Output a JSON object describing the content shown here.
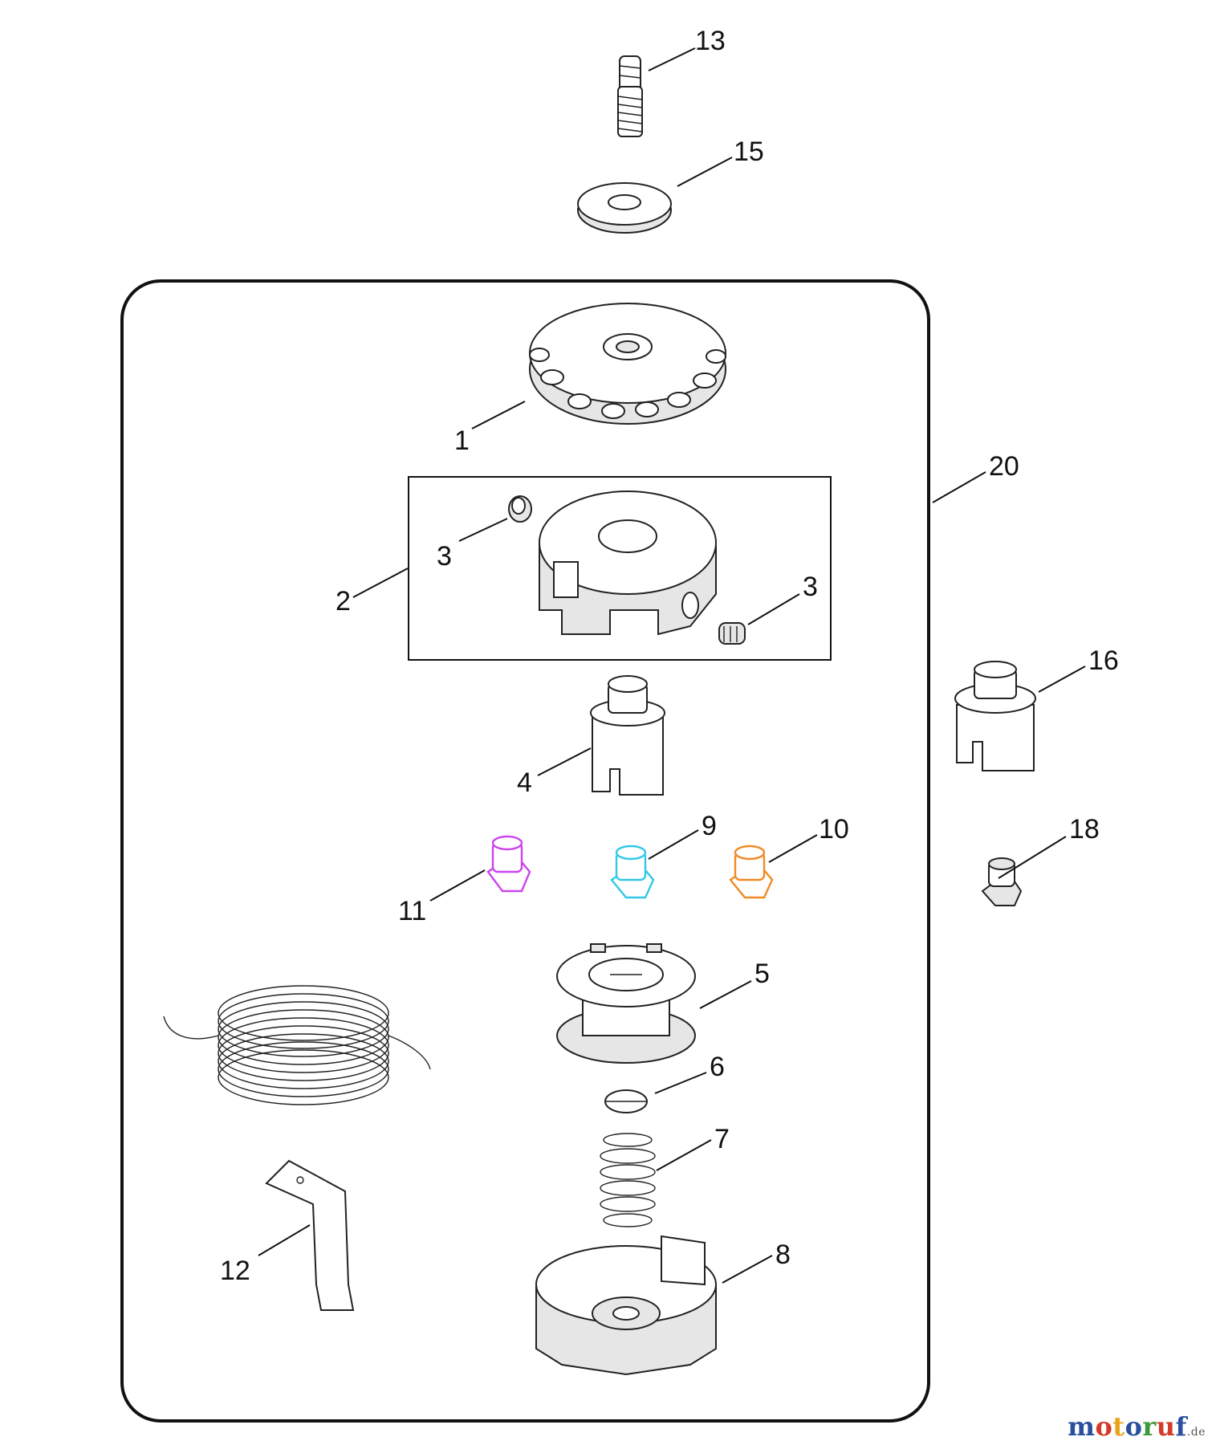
{
  "callouts": {
    "p1": "1",
    "p2": "2",
    "p3a": "3",
    "p3b": "3",
    "p4": "4",
    "p5": "5",
    "p6": "6",
    "p7": "7",
    "p8": "8",
    "p9": "9",
    "p10": "10",
    "p11": "11",
    "p12": "12",
    "p13": "13",
    "p15": "15",
    "p16": "16",
    "p18": "18",
    "p20": "20"
  },
  "colors": {
    "part_9": "#33c8e8",
    "part_10": "#f08a24",
    "part_11": "#cc44ee",
    "line": "#222222"
  },
  "watermark": {
    "letters": [
      "m",
      "o",
      "t",
      "o",
      "r",
      "u",
      "f"
    ],
    "letter_colors": [
      "#2a4f9e",
      "#d43a2a",
      "#e8a51c",
      "#2a4f9e",
      "#3a9a3a",
      "#d43a2a",
      "#2a4f9e"
    ],
    "suffix": ".de"
  }
}
